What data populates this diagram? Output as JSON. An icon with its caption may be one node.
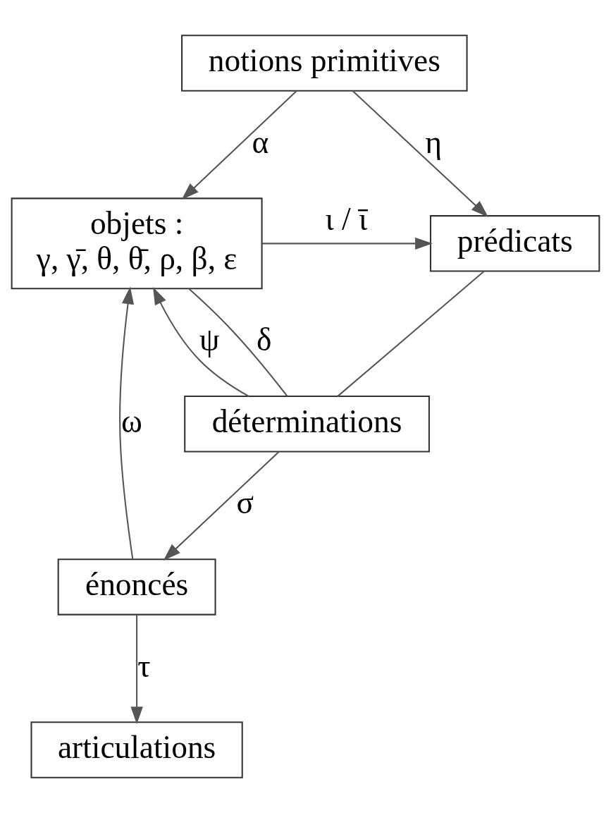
{
  "diagram": {
    "nodes": [
      {
        "text": [
          "notions primitives"
        ]
      },
      {
        "text": [
          "objets :",
          "γ, γ̄, θ, θ̄, ρ, β, ε"
        ]
      },
      {
        "text": [
          "prédicats"
        ]
      },
      {
        "text": [
          "déterminations"
        ]
      },
      {
        "text": [
          "énoncés"
        ]
      },
      {
        "text": [
          "articulations"
        ]
      }
    ],
    "edges": [
      {
        "from": 0,
        "to": 1,
        "arrow": "to",
        "label": "α"
      },
      {
        "from": 0,
        "to": 2,
        "arrow": "to",
        "label": "η"
      },
      {
        "from": 1,
        "to": 2,
        "arrow": "to",
        "label": "ι / ῑ"
      },
      {
        "from": 1,
        "to": 3,
        "arrow": "none",
        "label": "δ"
      },
      {
        "from": 2,
        "to": 3,
        "arrow": "none"
      },
      {
        "from": 3,
        "to": 1,
        "arrow": "to",
        "label": "ψ"
      },
      {
        "from": 3,
        "to": 4,
        "arrow": "to",
        "label": "σ"
      },
      {
        "from": 4,
        "to": 5,
        "arrow": "to",
        "label": "τ"
      },
      {
        "from": 4,
        "to": 1,
        "arrow": "to",
        "label": "ω"
      }
    ]
  }
}
